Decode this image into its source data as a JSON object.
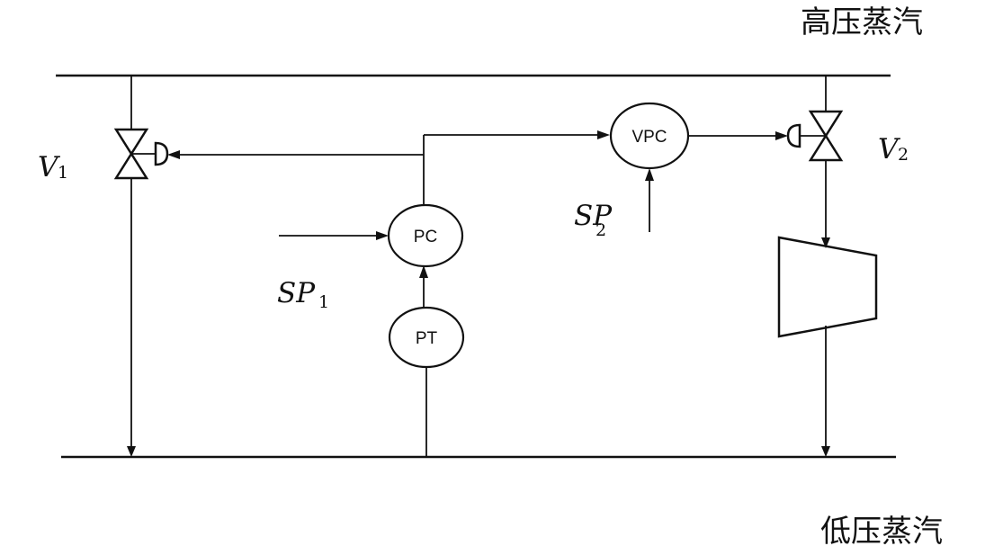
{
  "steam_lines": {
    "high": "高压蒸汽",
    "low": "低压蒸汽"
  },
  "valves": {
    "v1": {
      "letter": "V",
      "sub": "1"
    },
    "v2": {
      "letter": "V",
      "sub": "2"
    }
  },
  "instruments": {
    "pc": "PC",
    "pt": "PT",
    "vpc": "VPC"
  },
  "setpoints": {
    "sp1": {
      "letter": "SP",
      "sub": "1"
    },
    "sp2": {
      "letter": "SP",
      "sub": "2"
    }
  }
}
